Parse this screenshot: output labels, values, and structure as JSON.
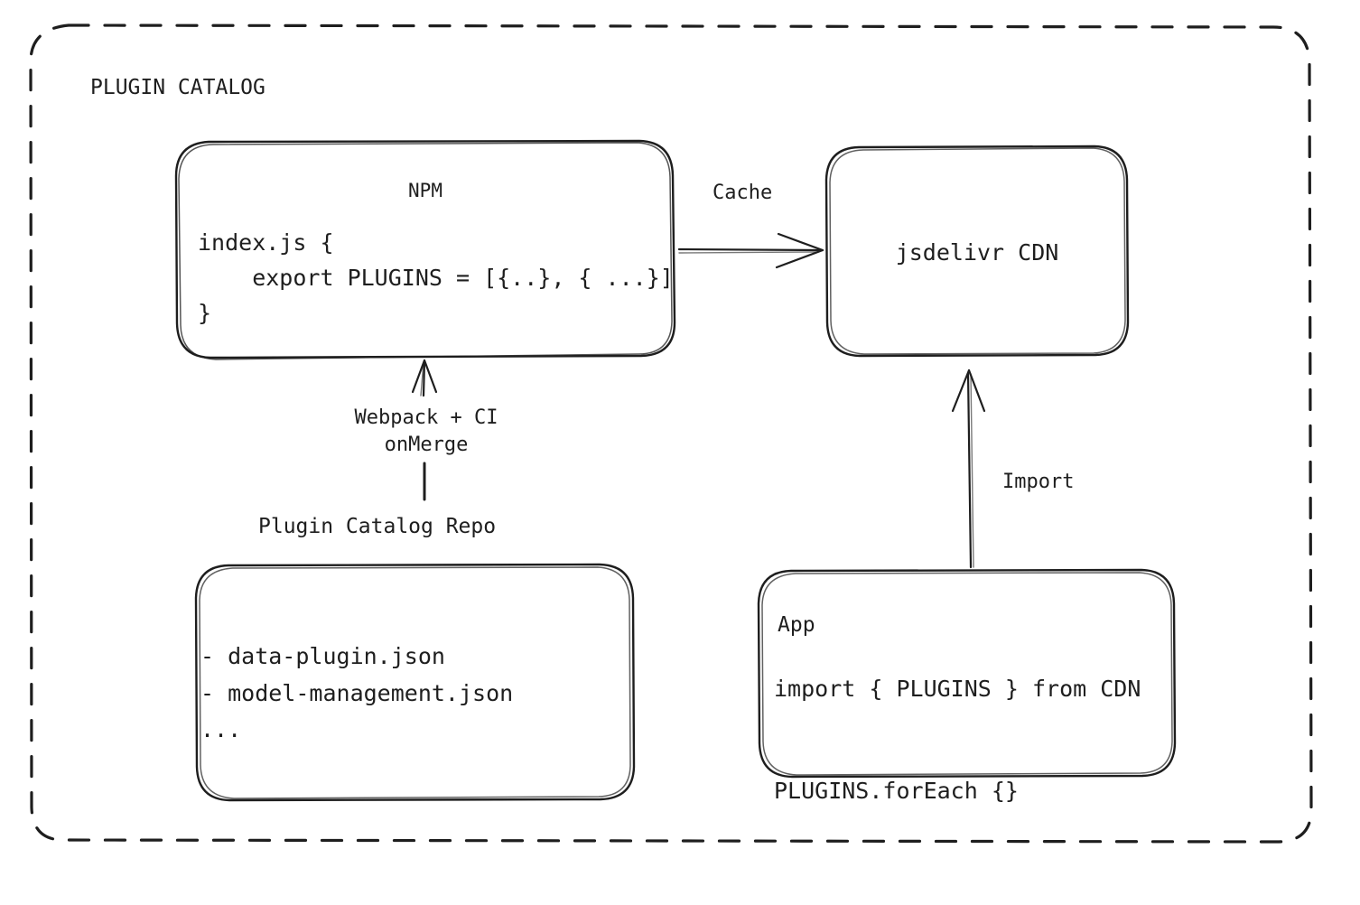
{
  "diagram": {
    "type": "architecture-flow",
    "group": {
      "label": "PLUGIN CATALOG",
      "border_style": "dashed",
      "border_color": "#1e1e1e"
    },
    "nodes": [
      {
        "id": "npm",
        "title": "NPM",
        "code": "index.js {\n    export PLUGINS = [{..}, { ...}]\n}"
      },
      {
        "id": "cdn",
        "title": "jsdelivr CDN"
      },
      {
        "id": "repo",
        "external_label": "Plugin Catalog Repo",
        "code": "- data-plugin.json\n- model-management.json\n..."
      },
      {
        "id": "app",
        "title": "App",
        "code": "import { PLUGINS } from CDN\n\nPLUGINS.forEach {}"
      }
    ],
    "edges": [
      {
        "id": "npm-to-cdn",
        "label": "Cache",
        "from": "npm",
        "to": "cdn",
        "direction": "right"
      },
      {
        "id": "repo-to-npm",
        "label": "Webpack + CI\nonMerge",
        "from": "repo",
        "to": "npm",
        "direction": "up"
      },
      {
        "id": "app-to-cdn",
        "label": "Import",
        "from": "app",
        "to": "cdn",
        "direction": "up"
      }
    ],
    "colors": {
      "stroke": "#1e1e1e",
      "text": "#1e1e1e",
      "background": "#ffffff"
    }
  }
}
